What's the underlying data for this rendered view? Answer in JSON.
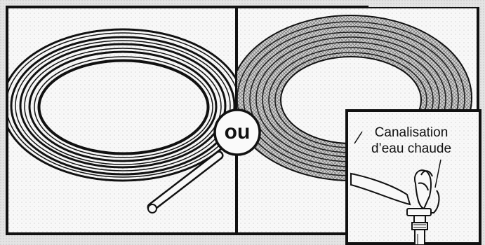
{
  "separator_label": "ou",
  "inset": {
    "caption_line1": "Canalisation",
    "caption_line2": "d’eau chaude"
  },
  "panels": [
    {
      "name": "copper-tubing-coil",
      "style": "plain"
    },
    {
      "name": "braided-hose-coil",
      "style": "braided"
    }
  ],
  "colors": {
    "ink": "#111111",
    "paper": "#f7f7f7",
    "background": "#e2e2e2",
    "braid": "#bdbdbd"
  }
}
